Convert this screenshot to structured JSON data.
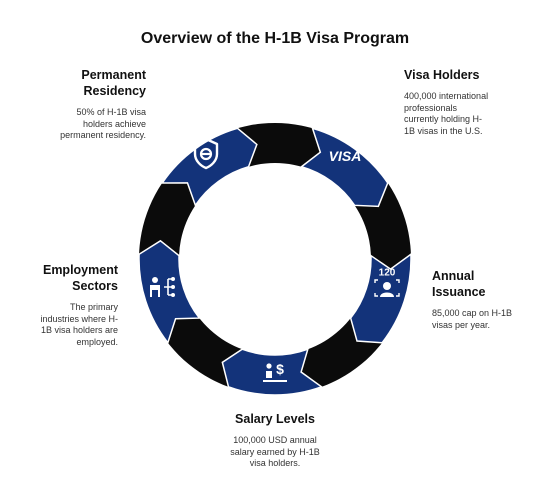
{
  "title": "Overview of the H-1B Visa Program",
  "colors": {
    "ring": "#0b0b0b",
    "segment": "#13337a",
    "icon": "#ffffff"
  },
  "segments": [
    {
      "id": "permanent-residency",
      "heading": "Permanent Residency",
      "description": "50% of H-1B visa holders achieve permanent residency.",
      "icon": "shield-icon"
    },
    {
      "id": "visa-holders",
      "heading": "Visa Holders",
      "description": "400,000 international professionals currently holding H-1B visas in the U.S.",
      "icon": "visa-card-icon",
      "icon_text": "VISA"
    },
    {
      "id": "annual-issuance",
      "heading": "Annual Issuance",
      "description": "85,000 cap on H-1B visas per year.",
      "icon": "counter-person-icon",
      "icon_text": "120"
    },
    {
      "id": "salary-levels",
      "heading": "Salary Levels",
      "description": "100,000 USD annual salary earned by H-1B visa holders.",
      "icon": "salary-scale-icon",
      "icon_text": "$"
    },
    {
      "id": "employment-sectors",
      "heading": "Employment Sectors",
      "description": "The primary industries where H-1B visa holders are employed.",
      "icon": "org-person-icon"
    }
  ]
}
